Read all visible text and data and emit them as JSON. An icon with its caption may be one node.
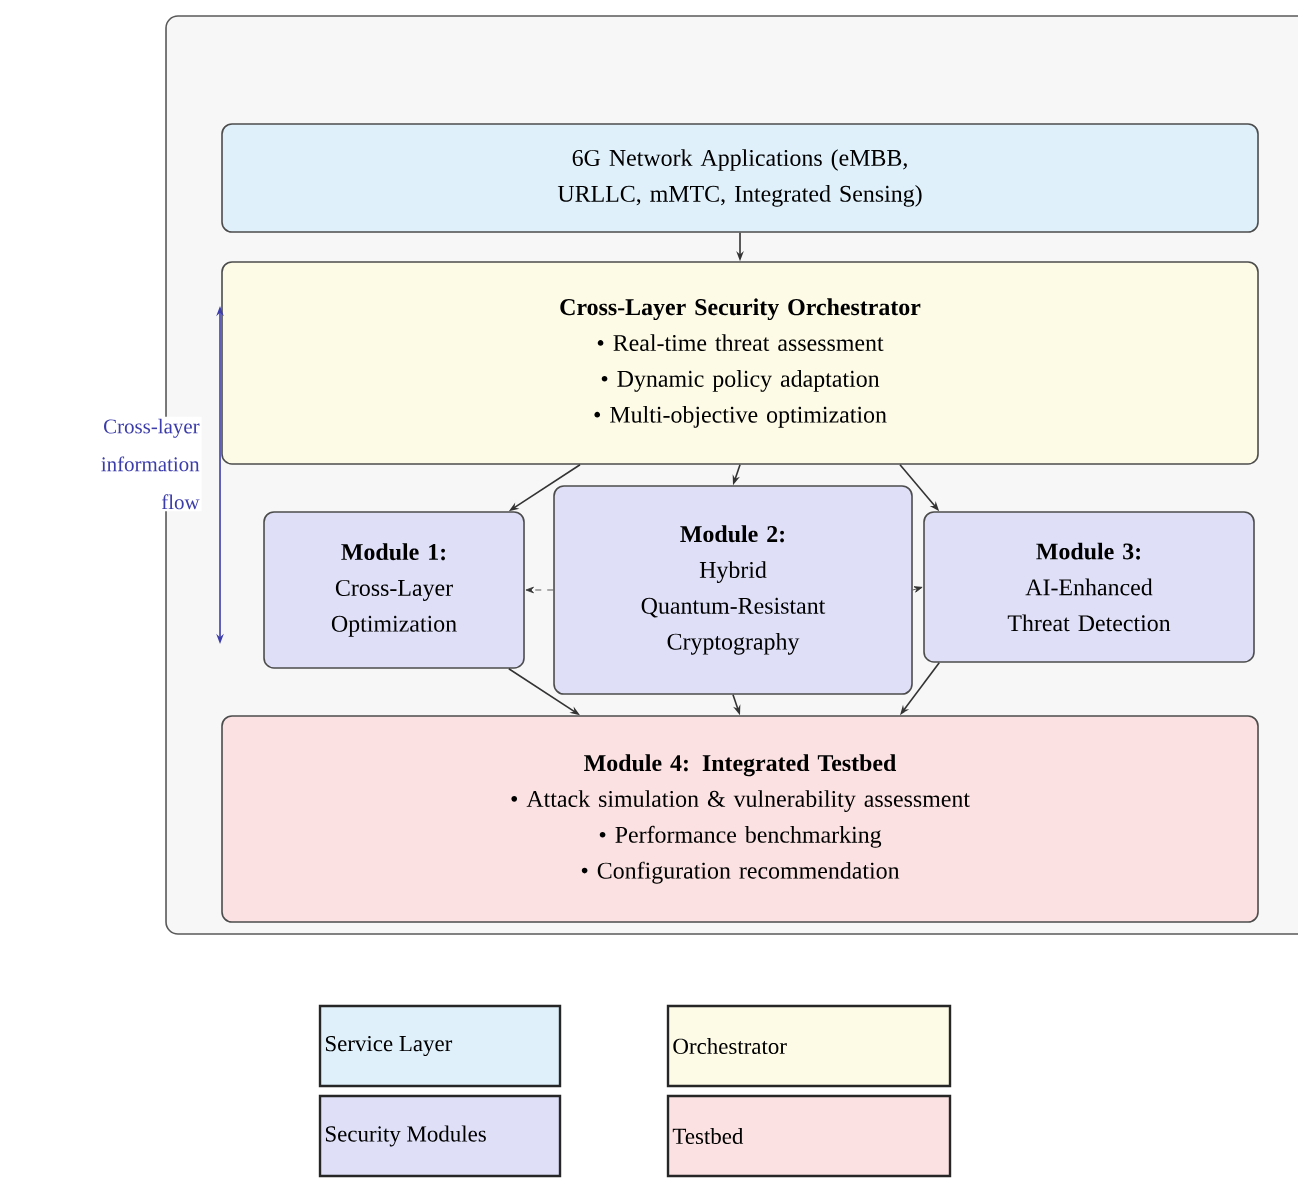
{
  "diagram": {
    "nodes": [
      {
        "text": [
          "6G Network Applications (eMBB, URLLC, mMTC, Integrated Sensing)"
        ]
      },
      {
        "text": [
          "Cross-Layer Security Orchestrator",
          "• Real-time threat assessment",
          "• Dynamic policy adaptation",
          "• Multi-objective optimization"
        ]
      },
      {
        "text": [
          "Module 1:",
          "Cross-Layer Optimization"
        ]
      },
      {
        "text": [
          "Module 2:",
          "Hybrid Quantum-Resistant Cryptography"
        ]
      },
      {
        "text": [
          "Module 3:",
          "AI-Enhanced Threat Detection"
        ]
      },
      {
        "text": [
          "Module 4: Integrated Testbed",
          "• Attack simulation & vulnerability assessment",
          "• Performance benchmarking",
          "• Configuration recommendation"
        ]
      }
    ],
    "edges": [
      {
        "from": 0,
        "to": 1,
        "arrow": "to"
      },
      {
        "from": 1,
        "to": 2,
        "arrow": "to"
      },
      {
        "from": 1,
        "to": 3,
        "arrow": "to"
      },
      {
        "from": 1,
        "to": 4,
        "arrow": "to"
      },
      {
        "from": 3,
        "to": 2,
        "arrow": "to",
        "style": "dashed"
      },
      {
        "from": 3,
        "to": 4,
        "arrow": "to",
        "style": "dashed"
      },
      {
        "from": 2,
        "to": 5,
        "arrow": "to"
      },
      {
        "from": 3,
        "to": 5,
        "arrow": "to"
      },
      {
        "from": 4,
        "to": 5,
        "arrow": "to"
      }
    ],
    "labels": [
      "Cross-layer information flow"
    ],
    "legend": [
      {
        "text": "Service Layer",
        "color": "#dff0fb"
      },
      {
        "text": "Orchestrator",
        "color": "#fdfbe6"
      },
      {
        "text": "Security Modules",
        "color": "#dfe0f8"
      },
      {
        "text": "Testbed",
        "color": "#fbe1e1"
      }
    ]
  }
}
